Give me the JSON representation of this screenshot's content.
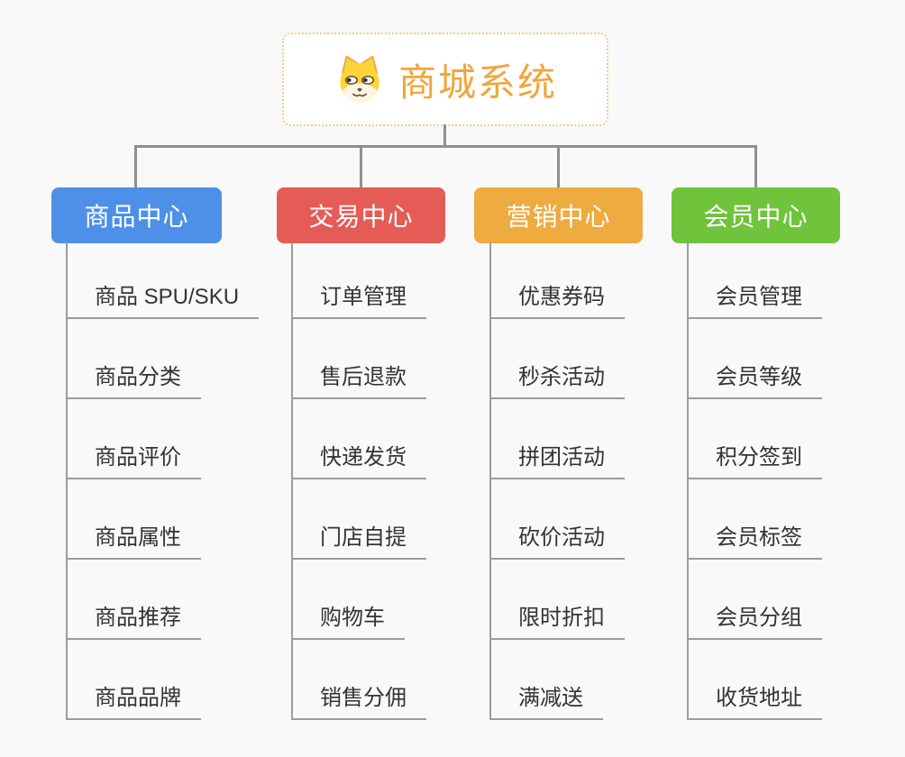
{
  "background_color": "#f9f9f9",
  "connector_color": "#8f8f8f",
  "underline_color": "#9c9c9c",
  "root": {
    "title": "商城系统",
    "icon": "dog-face-icon",
    "text_color": "#f0a63c",
    "border_color": "#f7c98c",
    "fill_color": "#ffffff"
  },
  "branches": [
    {
      "label": "商品中心",
      "color": "#4e90e8",
      "items": [
        "商品 SPU/SKU",
        "商品分类",
        "商品评价",
        "商品属性",
        "商品推荐",
        "商品品牌"
      ]
    },
    {
      "label": "交易中心",
      "color": "#e55b56",
      "items": [
        "订单管理",
        "售后退款",
        "快递发货",
        "门店自提",
        "购物车",
        "销售分佣"
      ]
    },
    {
      "label": "营销中心",
      "color": "#eeab40",
      "items": [
        "优惠券码",
        "秒杀活动",
        "拼团活动",
        "砍价活动",
        "限时折扣",
        "满减送"
      ]
    },
    {
      "label": "会员中心",
      "color": "#6fc43c",
      "items": [
        "会员管理",
        "会员等级",
        "积分签到",
        "会员标签",
        "会员分组",
        "收货地址"
      ]
    }
  ]
}
